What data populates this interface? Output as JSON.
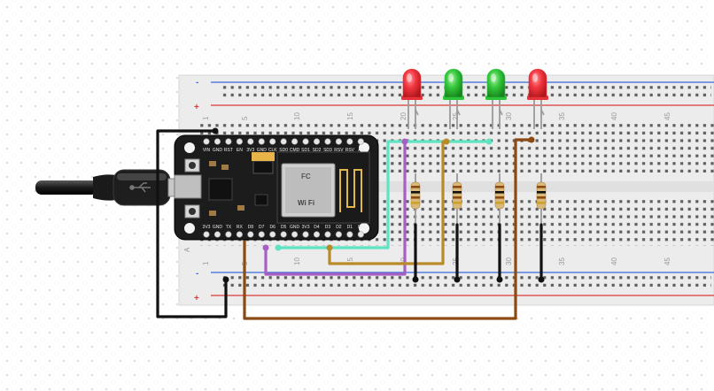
{
  "colors": {
    "led_red": "#e8323a",
    "led_green": "#2ec43a",
    "wire_cyan": "#5fe3c3",
    "wire_purple": "#a85fc4",
    "wire_gold": "#b88a2a",
    "wire_brown": "#8a4a12",
    "wire_black": "#111111",
    "rail_red": "#d83a3a",
    "rail_blue": "#3a6ad8",
    "board_pcb": "#1c1c1c"
  },
  "breadboard": {
    "rail_plus": "+",
    "rail_minus": "-",
    "row_letter": "A",
    "column_numbers": [
      "1",
      "5",
      "10",
      "15",
      "20",
      "25",
      "30",
      "35",
      "40",
      "45"
    ]
  },
  "leds": [
    {
      "color": "red"
    },
    {
      "color": "green"
    },
    {
      "color": "green"
    },
    {
      "color": "red"
    }
  ],
  "mcu": {
    "top_pins": [
      "VIN",
      "GND",
      "RST",
      "EN",
      "3V3",
      "GND",
      "CLK",
      "SD0",
      "CMD",
      "SD1",
      "SD2",
      "SD3",
      "RSV",
      "RSV",
      "A0"
    ],
    "bottom_pins": [
      "3V3",
      "GND",
      "TX",
      "RX",
      "D8",
      "D7",
      "D6",
      "D5",
      "GND",
      "3V3",
      "D4",
      "D3",
      "D2",
      "D1",
      "D0"
    ],
    "chip_logo": "Wi Fi",
    "chip_cert": "FC"
  }
}
